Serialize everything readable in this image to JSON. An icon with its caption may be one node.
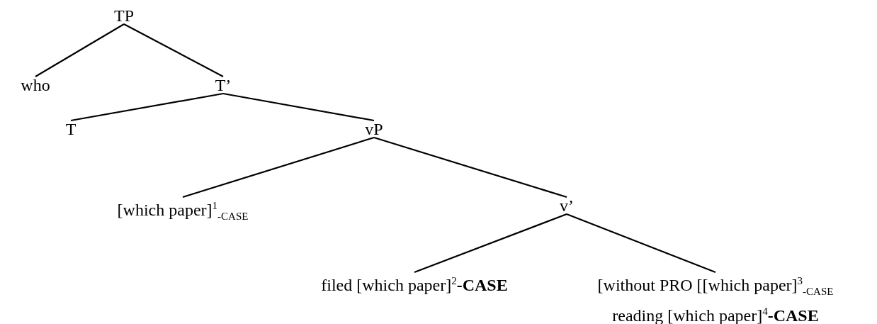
{
  "diagram": {
    "nodes": [
      {
        "text": [
          "TP"
        ]
      },
      {
        "text": [
          "who"
        ]
      },
      {
        "text": [
          "T’"
        ]
      },
      {
        "text": [
          "T"
        ]
      },
      {
        "text": [
          "vP"
        ]
      },
      {
        "text": [
          "[which paper]$^{1}$$_{-CASE}$"
        ]
      },
      {
        "text": [
          "v’"
        ]
      },
      {
        "text": [
          "filed [which paper]$^{2}$**-CASE**"
        ]
      },
      {
        "text": [
          "[without PRO [[which paper]$^{3}$$_{-CASE}$ reading [which paper]$^{4}$**-CASE**"
        ]
      }
    ],
    "edges": [
      {
        "from": 0,
        "to": 1,
        "arrow": "none"
      },
      {
        "from": 0,
        "to": 2,
        "arrow": "none"
      },
      {
        "from": 2,
        "to": 3,
        "arrow": "none"
      },
      {
        "from": 2,
        "to": 4,
        "arrow": "none"
      },
      {
        "from": 4,
        "to": 5,
        "arrow": "none"
      },
      {
        "from": 4,
        "to": 6,
        "arrow": "none"
      },
      {
        "from": 6,
        "to": 7,
        "arrow": "none"
      },
      {
        "from": 6,
        "to": 8,
        "arrow": "none"
      }
    ]
  }
}
